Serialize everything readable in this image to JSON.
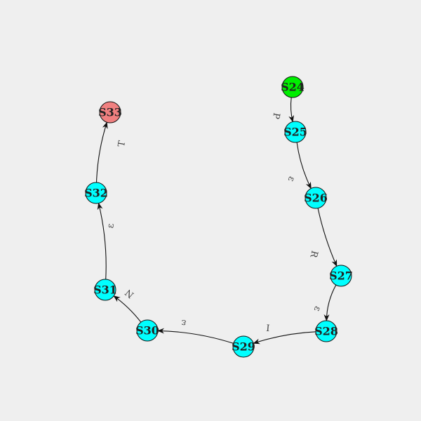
{
  "graph": {
    "nodes": [
      {
        "id": "S24",
        "label": "S24",
        "role": "start",
        "color": "#00ee00"
      },
      {
        "id": "S25",
        "label": "S25",
        "role": "state",
        "color": "#00ffff"
      },
      {
        "id": "S26",
        "label": "S26",
        "role": "state",
        "color": "#00ffff"
      },
      {
        "id": "S27",
        "label": "S27",
        "role": "state",
        "color": "#00ffff"
      },
      {
        "id": "S28",
        "label": "S28",
        "role": "state",
        "color": "#00ffff"
      },
      {
        "id": "S29",
        "label": "S29",
        "role": "state",
        "color": "#00ffff"
      },
      {
        "id": "S30",
        "label": "S30",
        "role": "state",
        "color": "#00ffff"
      },
      {
        "id": "S31",
        "label": "S31",
        "role": "state",
        "color": "#00ffff"
      },
      {
        "id": "S32",
        "label": "S32",
        "role": "state",
        "color": "#00ffff"
      },
      {
        "id": "S33",
        "label": "S33",
        "role": "accept",
        "color": "#f08080"
      }
    ],
    "edges": [
      {
        "from": "S24",
        "to": "S25",
        "label": "P"
      },
      {
        "from": "S25",
        "to": "S26",
        "label": "ε"
      },
      {
        "from": "S26",
        "to": "S27",
        "label": "R"
      },
      {
        "from": "S27",
        "to": "S28",
        "label": "ε"
      },
      {
        "from": "S28",
        "to": "S29",
        "label": "I"
      },
      {
        "from": "S29",
        "to": "S30",
        "label": "ε"
      },
      {
        "from": "S30",
        "to": "S31",
        "label": "N"
      },
      {
        "from": "S31",
        "to": "S32",
        "label": "ε"
      },
      {
        "from": "S32",
        "to": "S33",
        "label": "T"
      }
    ]
  }
}
